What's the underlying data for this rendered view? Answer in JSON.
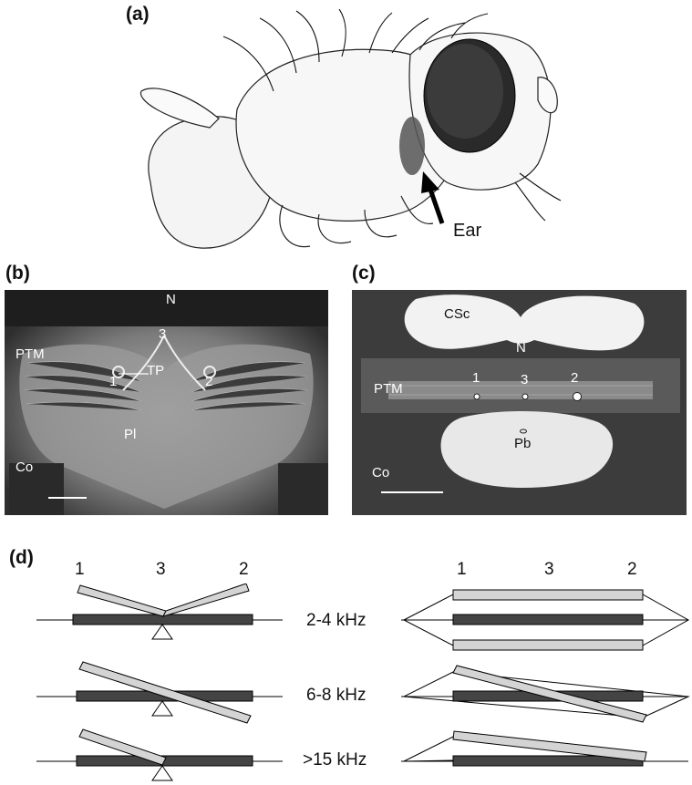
{
  "panels": {
    "a": {
      "letter": "(a)",
      "ear_label": "Ear"
    },
    "b": {
      "letter": "(b)",
      "labels": {
        "n": "N",
        "three": "3",
        "ptm": "PTM",
        "tp": "TP",
        "one": "1",
        "two": "2",
        "pl": "Pl",
        "co": "Co"
      }
    },
    "c": {
      "letter": "(c)",
      "labels": {
        "csc": "CSc",
        "n": "N",
        "ptm": "PTM",
        "one": "1",
        "three": "3",
        "two": "2",
        "pb": "Pb",
        "co": "Co"
      }
    },
    "d": {
      "letter": "(d)",
      "left_numbers": [
        "1",
        "3",
        "2"
      ],
      "right_numbers": [
        "1",
        "3",
        "2"
      ],
      "frequencies": [
        "2-4 kHz",
        "6-8 kHz",
        ">15 kHz"
      ]
    }
  },
  "colors": {
    "bar_dark": "#444444",
    "bar_light": "#d4d4d4",
    "micrograph_bg": "#3a3a3a"
  }
}
